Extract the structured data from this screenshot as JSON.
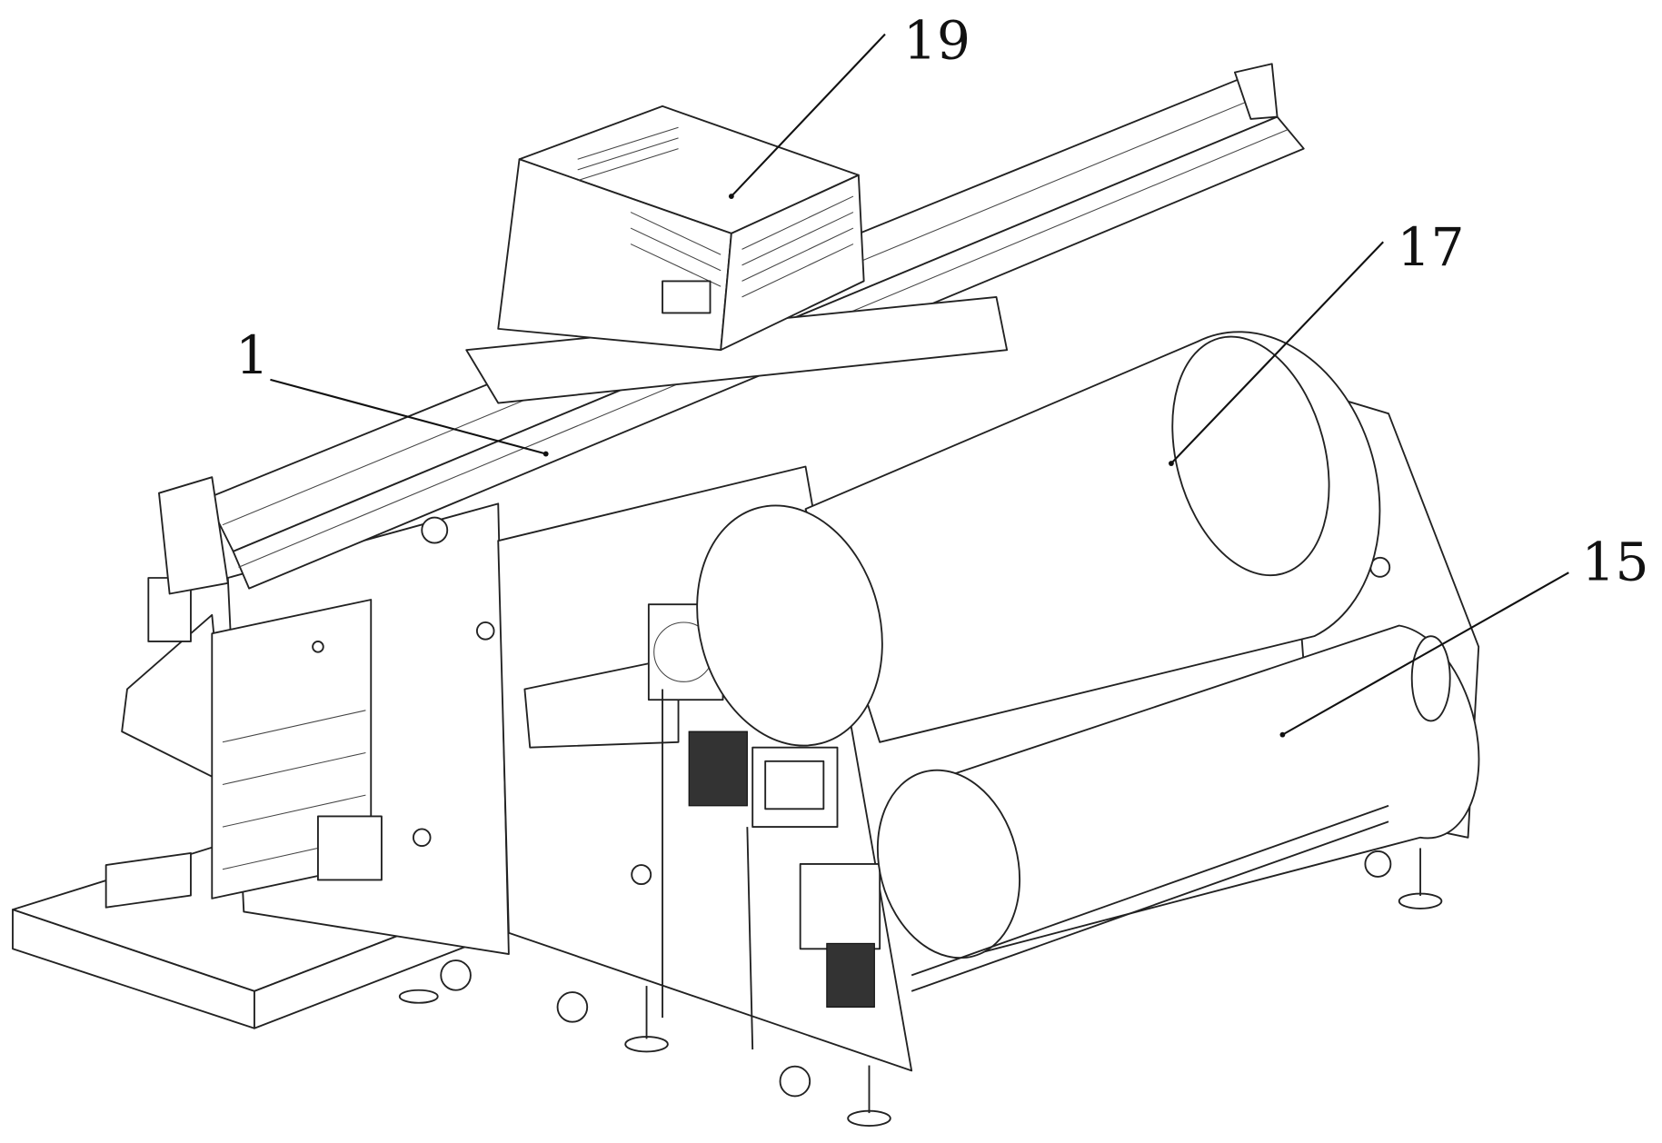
{
  "figure": {
    "labels": [
      {
        "id": "label-19",
        "text": "19"
      },
      {
        "id": "label-17",
        "text": "17"
      },
      {
        "id": "label-1",
        "text": "1"
      },
      {
        "id": "label-15",
        "text": "15"
      }
    ]
  }
}
